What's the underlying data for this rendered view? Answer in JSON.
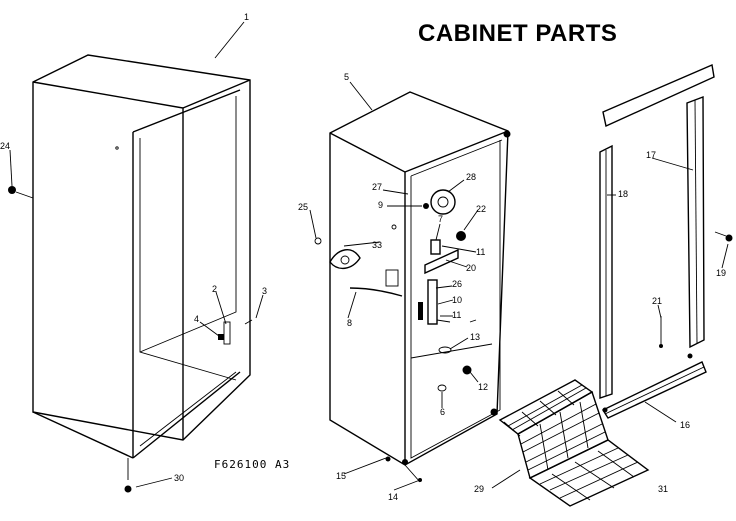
{
  "title": "CABINET PARTS",
  "drawing_code": "F626100 A3",
  "callouts": [
    "1",
    "2",
    "3",
    "4",
    "5",
    "6",
    "7",
    "8",
    "9",
    "10",
    "11",
    "11",
    "12",
    "13",
    "14",
    "15",
    "16",
    "17",
    "18",
    "19",
    "20",
    "21",
    "22",
    "24",
    "25",
    "26",
    "27",
    "28",
    "29",
    "30",
    "31",
    "33"
  ]
}
